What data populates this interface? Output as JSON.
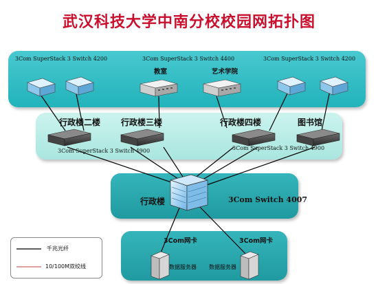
{
  "title": "武汉科技大学中南分校校园网拓扑图",
  "colors": {
    "title": "#c8102e",
    "panel_top": "#2dbcc4",
    "panel_mid": "#b8ece6",
    "panel_core": "#2aa7ad",
    "panel_bottom": "#2aa7ad",
    "fiber_line": "#000000",
    "twisted_pair_line": "#c04040"
  },
  "top_panel": {
    "left_switch_label": "3Com SuperStack 3 Switch 4200",
    "center_switch_label": "3Com SuperStack 3 Switch 4400",
    "right_switch_label": "3Com SuperStack 3 Switch 4200",
    "building_classroom": "教室",
    "building_art": "艺术学院"
  },
  "mid_panel": {
    "admin_building_2": "行政楼二楼",
    "admin_building_3": "行政楼三楼",
    "admin_building_4": "行政楼四楼",
    "library": "图书馆",
    "left_switch_label": "3Com SuperStack 3 Switch 4900",
    "right_switch_label": "3Com SuperStack 3 Switch 4900"
  },
  "core_panel": {
    "location": "行政楼",
    "switch_label": "3Com Switch 4007"
  },
  "bottom_panel": {
    "nic_left": "3Com网卡",
    "nic_right": "3Com网卡",
    "server_data_1": "数据服务器",
    "server_data_2": "数据服务器"
  },
  "legend": {
    "fiber": "千兆光纤",
    "twisted_pair": "10/100M双绞线"
  }
}
